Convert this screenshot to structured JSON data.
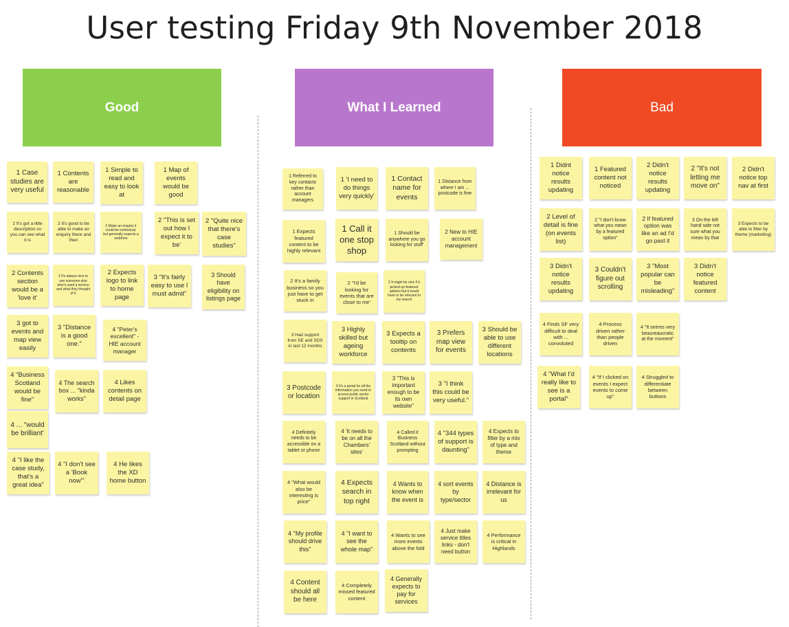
{
  "title": "User testing Friday 9th November 2018",
  "columns": [
    {
      "label": "Good",
      "color": "#8ccf4d"
    },
    {
      "label": "What I Learned",
      "color": "#b877cc"
    },
    {
      "label": "Bad",
      "color": "#f04a24"
    }
  ],
  "good_notes": [
    "1 Case studies are very useful",
    "1 Contents are reasonable",
    "1 Simple to read and easy to look at",
    "1 Map of events would be good",
    "2 It's got a little description so you can see what it is",
    "2 It's good to be able to make an enquiry there and then",
    "2 Make an enquiry it could be contextual, but generally expects a webform",
    "2 \"This is set out how I expect it to be'",
    "2 \"Quite nice that there's case studies\"",
    "2 Contents section would be a 'love it'",
    "2 It's always nice to see someone else who's used a service and what they thought of it",
    "2 Expects logo to link to home page",
    "3 \"It's fairly easy to use I must admit\"",
    "3 Should have eligibility on listings page",
    "3 got to events and map view easily",
    "3 \"Distance is a good one.\"",
    "4 \"Peter's excellent\" - HIE account manager",
    "4 \"Business Scotland would be fine\"",
    "4 The search box ... \"kinda works\"",
    "4 Likes contents on detail page",
    "4 ... \"would be brilliant'",
    "4 \"I like the case study, that's a great idea\"",
    "4 \"I don't see a 'Book now'\"",
    "4 He likes the XD home button"
  ],
  "learned_notes": [
    "1 Referred to key contacts rather than account managers",
    "1 'I need to do things very quickly'",
    "1 Contact name for events",
    "1 Distance from where I am ... postcode is fine",
    "1 Expects featured content to be highly relevant",
    "1 Call it one stop shop",
    "1 Should be anywhere you go looking for stuff'",
    "2 New to HIE account management",
    "2 It's a family business so you just have to get stuck in",
    "2 \"I'd be looking for events that are close to me'",
    "2 It might be nice if it picked up featured options but it would have to be relevant to my search",
    "3 Had support from SE and SDS in last 12 months",
    "3 Highly skilled but ageing workforce",
    "3 Expects a tooltip on contents",
    "3 Prefers map view for events",
    "3 Should be able to use different locations",
    "3 Postcode or location",
    "3 It's a portal for all the information you need to access public sector support in Scotland",
    "3 \"This is important enough to be its own website\"",
    "3 \"I think this could be very useful.\"",
    "4 Definitely needs to be accessible on a tablet or phone",
    "4 'It needs to be on all the Chambers' sites'",
    "4 Called it Business Scotland without prompting",
    "4 \"344 types of support is daunting\"",
    "4 Expects to filter by a mix of type and theme",
    "4 \"What would also be interesting is price\"",
    "4 Expects search in top right",
    "4 Wants to know when the event is",
    "4 sort events by type/sector",
    "4 Distance is irrelevant for us",
    "4 \"My profile should drive this\"",
    "4 \"I want to see the whole map\"",
    "4 Wants to see more events above the fold",
    "4 Just make service titles links - don't need button",
    "4 Performance is critical in Highlands",
    "4 Content should all be here",
    "4 Completely missed featured content",
    "4 Generally expects to pay for services"
  ],
  "bad_notes": [
    "1 Didnt notice results updating",
    "1 Featured content not noticed",
    "2 Didn't notice results updating",
    "2 \"It's not letting me move on\"",
    "2 Didn't notice top nav at first",
    "2 Level of detail is fine (on events list)",
    "2 \"I don't know what you mean by a featured option\"",
    "2 If featured option was like an ad I'd go past it",
    "3 On the left hand side not sure what you mean by that",
    "3 Expects to be able to filter by theme (marketing)",
    "3 Didn't notice results updating",
    "3 Couldn't figure out scrolling",
    "3 \"Most popular can be misleading\"",
    "3 Didn't notice featured content",
    "4 Finds SF very difficult to deal with ... convoluted",
    "4 Process driven rather than people driven",
    "4 \"It seems very beaureaucratic at the moment\"",
    "4 \"What I'd really like to see is a portal\"",
    "4 \"If I clicked on events I expect events to come up\"",
    "4 Struggled to differentiate between buttons"
  ]
}
